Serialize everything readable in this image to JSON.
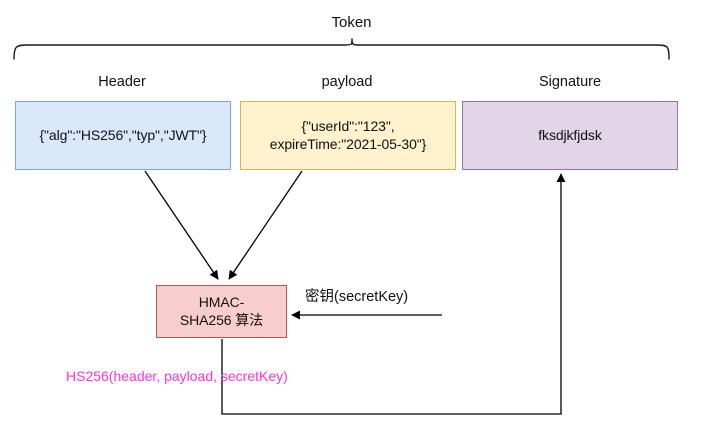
{
  "diagram": {
    "title": "Token",
    "captions": {
      "header": "Header",
      "payload": "payload",
      "signature": "Signature"
    },
    "nodes": {
      "header": {
        "text": "{\"alg\":\"HS256\",\"typ\",\"JWT\"}",
        "fill": "#dae8fc",
        "stroke": "#7ea6d9"
      },
      "payload": {
        "text": "{\"userId\":\"123\",\nexpireTime:\"2021-05-30\"}",
        "fill": "#fff2cc",
        "stroke": "#d6b656"
      },
      "signature": {
        "text": "fksdjkfjdsk",
        "fill": "#e1d5e7",
        "stroke": "#9673a6"
      },
      "hmac": {
        "text": "HMAC-\nSHA256 算法",
        "fill": "#f8cecc",
        "stroke": "#b85450"
      }
    },
    "edge_labels": {
      "secret_key": "密钥(secretKey)",
      "hs256_formula": "HS256(header, payload, secretKey)"
    },
    "colors": {
      "magenta_text": "#ff33dd",
      "line": "#000000",
      "text": "#111111",
      "background": "#ffffff"
    }
  }
}
